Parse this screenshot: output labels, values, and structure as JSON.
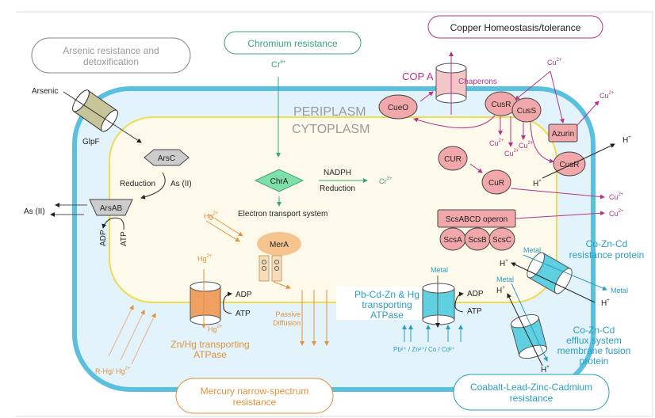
{
  "colors": {
    "membrane_outer": "#5bc0e0",
    "periplasm": "#e3f3fc",
    "membrane_inner": "#f0dc50",
    "cytoplasm": "#fefaeb",
    "arsenic": "#808080",
    "chromium": "#3aa57a",
    "copper": "#b8338a",
    "mercury": "#e0923c",
    "cobalt": "#2a9ec0"
  },
  "compartments": {
    "periplasm": "PERIPLASM",
    "cytoplasm": "CYTOPLASM"
  },
  "arsenic": {
    "title": "Arsenic resistance and",
    "title2": "detoxification",
    "input": "Arsenic",
    "channel": "GlpF",
    "enzyme": "ArsC",
    "reduction": "Reduction",
    "product": "As (II)",
    "pump": "ArsAB",
    "out": "As (II)",
    "adp": "ADP",
    "atp": "ATP"
  },
  "chromium": {
    "title": "Chromium resistance",
    "ion_in": "Cr",
    "ion_in_sup": "6+",
    "enzyme": "ChrA",
    "cofactor": "NADPH",
    "reduction": "Reduction",
    "ion_out": "Cr",
    "ion_out_sup": "3+",
    "system": "Electron transport system"
  },
  "copper": {
    "title": "Copper Homeostasis/tolerance",
    "pump": "COP A",
    "cueo": "CueO",
    "chaperons": "Chaperons",
    "cusr": "CusR",
    "cuss": "CusS",
    "azurin": "Azurin",
    "cusr2": "CusR",
    "cur": "CUR",
    "cur2": "CuR",
    "operon": "ScsABCD operon",
    "scsa": "ScsA",
    "scsb": "ScsB",
    "scsc": "ScsC",
    "cu": "Cu",
    "cu_sup": "2+",
    "h": "H",
    "h_sup": "+"
  },
  "mercury": {
    "title": "Mercury narrow-spectrum",
    "title2": "resistance",
    "hg": "Hg",
    "hg_sup": "2+",
    "enzyme": "MerA",
    "passive": "Passive",
    "diffusion": "Diffusion",
    "atpase": "Zn/Hg transporting",
    "atpase2": "ATPase",
    "adp": "ADP",
    "atp": "ATP",
    "rhg": "R-Hg/ Hg",
    "rhg_sup": "2+"
  },
  "cobalt": {
    "title": "Coabalt-Lead-Zinc-Cadmium",
    "title2": "resistance",
    "atpase": "Pb-Cd-Zn & Hg",
    "atpase2": "transporting",
    "atpase3": "ATPase",
    "metal": "Metal",
    "adp": "ADP",
    "atp": "ATP",
    "ions": "Pb²⁺ / Zn²⁺/ Co / Cd²⁺",
    "resist": "Co-Zn-Cd",
    "resist2": "resistance protein",
    "efflux": "Co-Zn-Cd",
    "efflux2": "efflux system",
    "efflux3": "membrane fusion",
    "efflux4": "protein",
    "h": "H",
    "h_sup": "+"
  }
}
